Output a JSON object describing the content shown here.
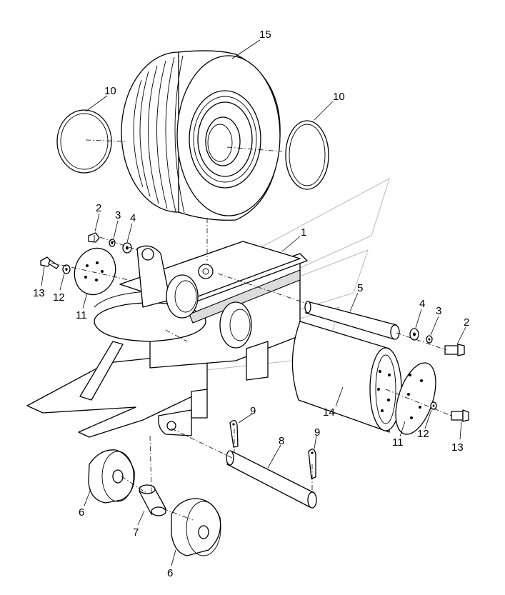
{
  "callouts": {
    "c15": "15",
    "c10a": "10",
    "c10b": "10",
    "c1": "1",
    "c2a": "2",
    "c3a": "3",
    "c4a": "4",
    "c13a": "13",
    "c12a": "12",
    "c11a": "11",
    "c5": "5",
    "c4b": "4",
    "c3b": "3",
    "c2b": "2",
    "c14": "14",
    "c11b": "11",
    "c12b": "12",
    "c13b": "13",
    "c9a": "9",
    "c8": "8",
    "c9b": "9",
    "c6a": "6",
    "c7": "7",
    "c6b": "6"
  }
}
